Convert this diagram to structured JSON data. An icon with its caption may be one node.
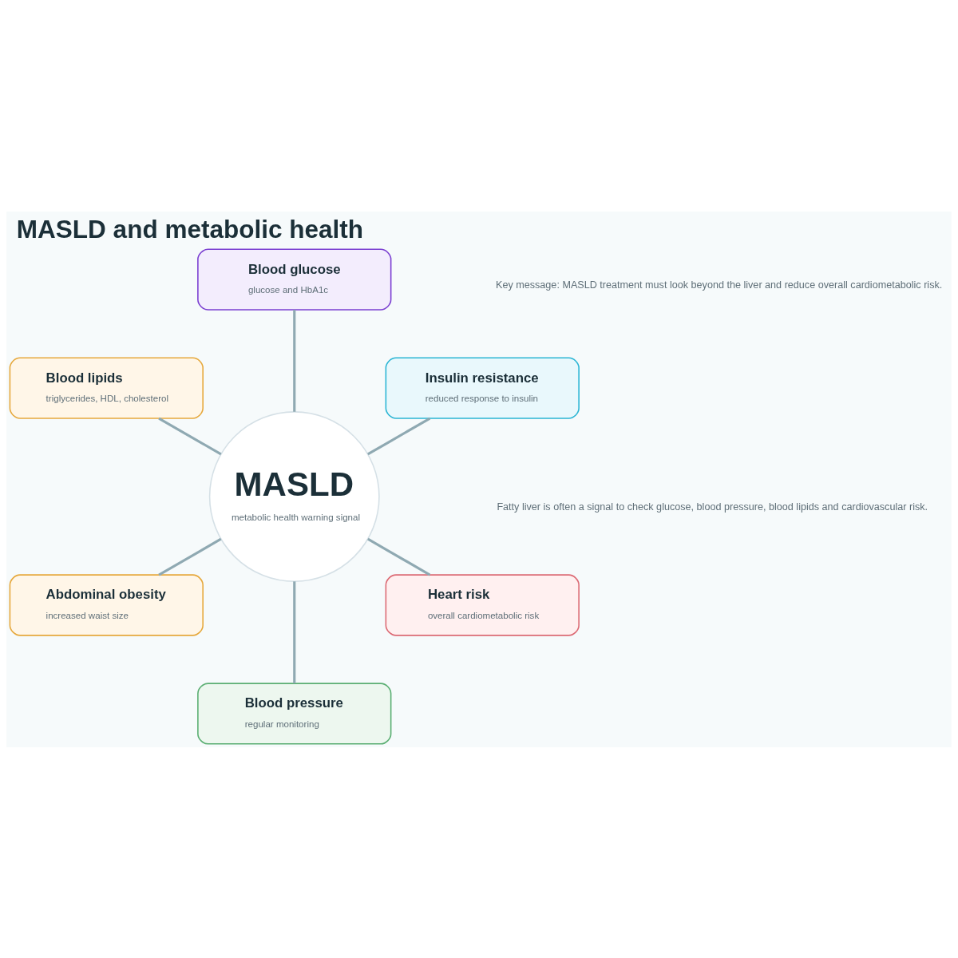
{
  "diagram": {
    "title": "MASLD and metabolic health",
    "nodes": [
      {
        "text": [
          "MASLD",
          "metabolic health warning signal"
        ]
      },
      {
        "text": [
          "Insulin resistance",
          "reduced response to insulin"
        ]
      },
      {
        "text": [
          "Blood glucose",
          "glucose and HbA1c"
        ]
      },
      {
        "text": [
          "Blood lipids",
          "triglycerides, HDL, cholesterol"
        ]
      },
      {
        "text": [
          "Abdominal obesity",
          "increased waist size"
        ]
      },
      {
        "text": [
          "Blood pressure",
          "regular monitoring"
        ]
      },
      {
        "text": [
          "Heart risk",
          "overall cardiometabolic risk"
        ]
      }
    ],
    "edges": [
      {
        "from": 0,
        "to": 1,
        "arrow": "none"
      },
      {
        "from": 0,
        "to": 2,
        "arrow": "none"
      },
      {
        "from": 0,
        "to": 3,
        "arrow": "none"
      },
      {
        "from": 0,
        "to": 4,
        "arrow": "none"
      },
      {
        "from": 0,
        "to": 5,
        "arrow": "none"
      },
      {
        "from": 0,
        "to": 6,
        "arrow": "none"
      }
    ],
    "labels": [
      "Fatty liver is often a signal to check glucose, blood pressure, blood lipids and cardiovascular risk.",
      "Key message: MASLD treatment must look beyond the liver and reduce overall cardiometabolic risk."
    ]
  }
}
